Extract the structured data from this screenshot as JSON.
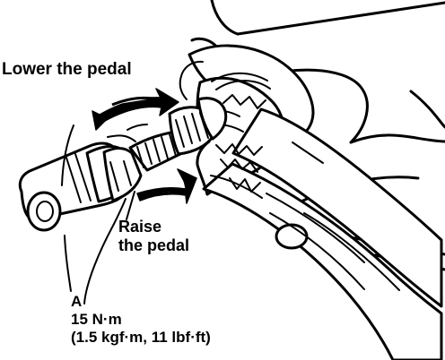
{
  "labels": {
    "lower": "Lower the pedal",
    "raise_line1": "Raise",
    "raise_line2": "the pedal",
    "part": "A",
    "torque": "15 N·m",
    "torque_alt": "(1.5 kgf·m, 11 lbf·ft)"
  },
  "icons": {
    "lower_arrow": "curved-arrow-icon",
    "raise_arrow": "curved-arrow-icon",
    "pliers": "pliers-icon"
  },
  "colors": {
    "ink": "#000000",
    "paper": "#ffffff"
  }
}
